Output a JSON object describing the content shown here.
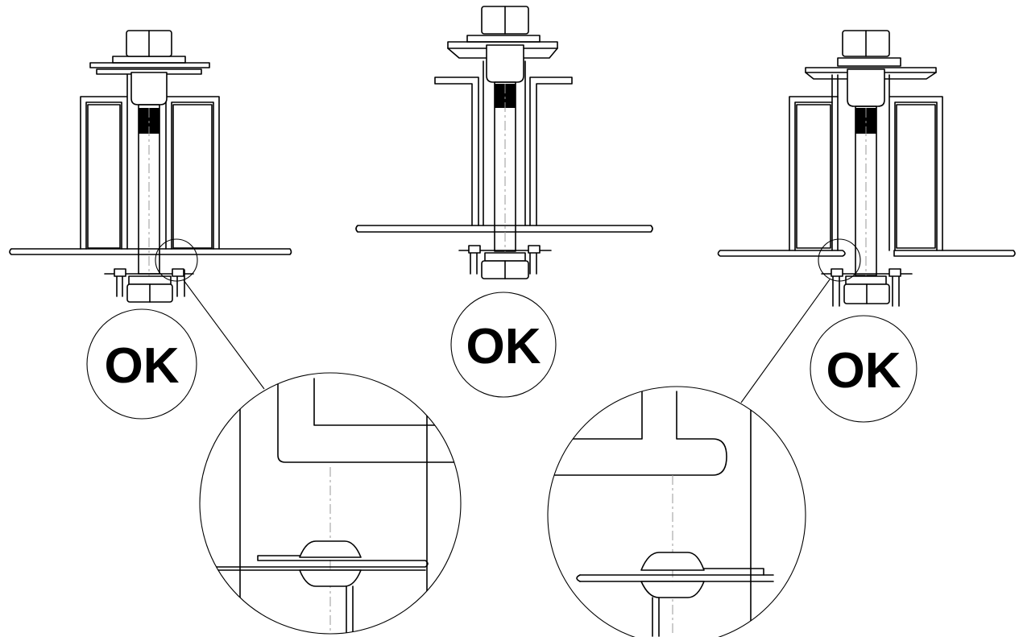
{
  "labels": {
    "left_ok": "OK",
    "center_ok": "OK",
    "right_ok": "OK"
  },
  "colors": {
    "line": "#000000",
    "background": "#ffffff",
    "centerline": "#999999"
  }
}
